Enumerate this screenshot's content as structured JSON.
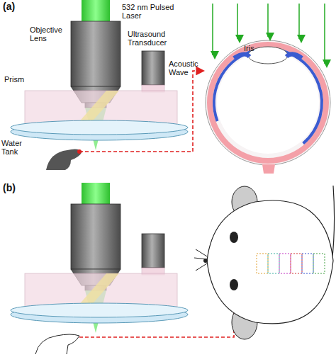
{
  "diagram": {
    "labels": [
      "(a)",
      "532 nm Pulsed Laser",
      "Objective Lens",
      "Ultrasound Transducer",
      "Acoustic Wave",
      "Prism",
      "Water Tank",
      "Iris",
      "(b)"
    ]
  }
}
